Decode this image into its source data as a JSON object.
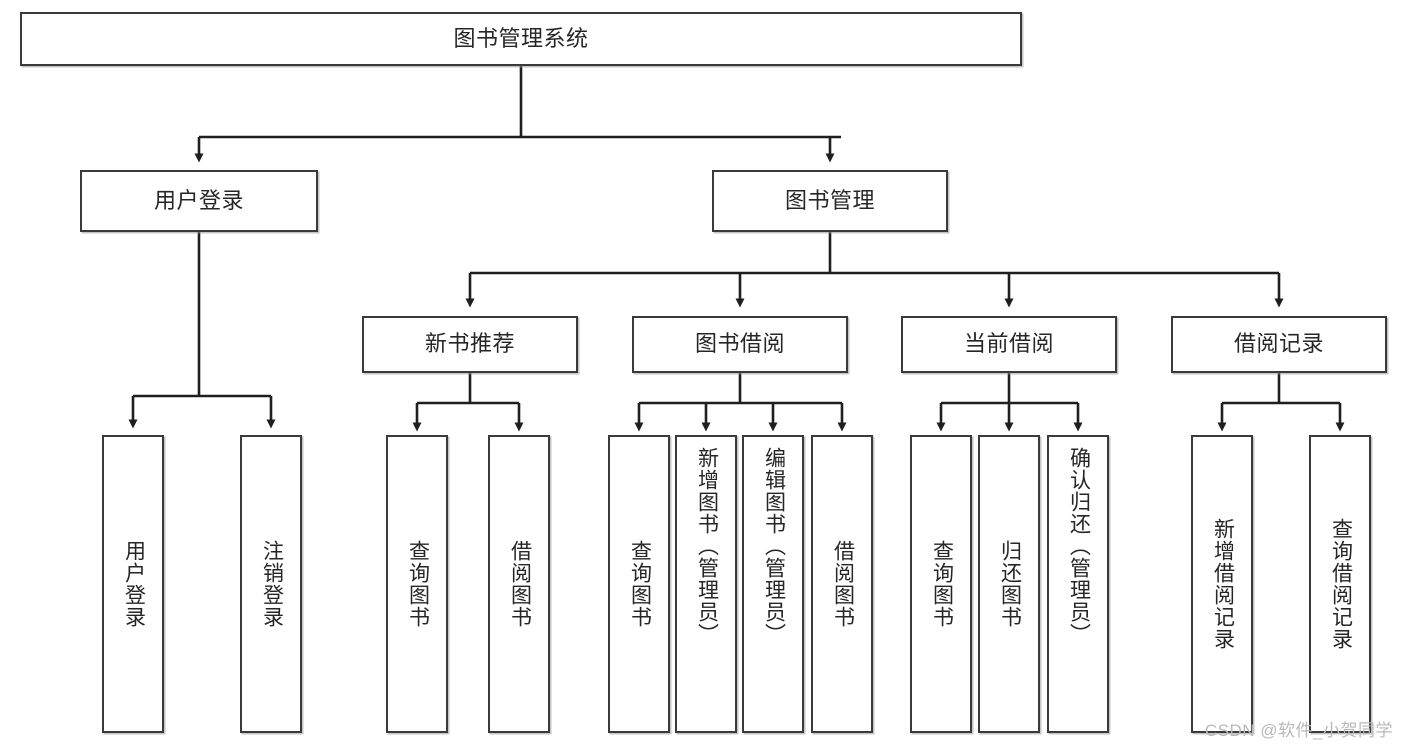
{
  "diagram": {
    "type": "tree-hierarchy-chart",
    "title": "图书管理系统",
    "orientation": "top-down",
    "colors": {
      "node_border": "#3a3a3a",
      "node_fill": "#ffffff",
      "connector": "#1f1f1f",
      "text": "#262626",
      "watermark": "#b9b9b9",
      "background": "#ffffff"
    }
  },
  "root": {
    "id": "root",
    "label": "图书管理系统"
  },
  "level2": [
    {
      "id": "user-login",
      "label": "用户登录"
    },
    {
      "id": "book-manage",
      "label": "图书管理"
    }
  ],
  "level3": [
    {
      "id": "new-book-recommend",
      "label": "新书推荐",
      "parent": "book-manage"
    },
    {
      "id": "book-borrow",
      "label": "图书借阅",
      "parent": "book-manage"
    },
    {
      "id": "current-borrow",
      "label": "当前借阅",
      "parent": "book-manage"
    },
    {
      "id": "borrow-record",
      "label": "借阅记录",
      "parent": "book-manage"
    }
  ],
  "leaves": {
    "user_login": [
      {
        "id": "leaf-user-login",
        "label": "用户登录"
      },
      {
        "id": "leaf-user-logout",
        "label": "注销登录"
      }
    ],
    "new_book_recommend": [
      {
        "id": "leaf-query-book-1",
        "label": "查询图书"
      },
      {
        "id": "leaf-borrow-book-1",
        "label": "借阅图书"
      }
    ],
    "book_borrow": [
      {
        "id": "leaf-query-book-2",
        "label": "查询图书"
      },
      {
        "id": "leaf-add-book",
        "label": "新增图书（管理员）"
      },
      {
        "id": "leaf-edit-book",
        "label": "编辑图书（管理员）"
      },
      {
        "id": "leaf-borrow-book-2",
        "label": "借阅图书"
      }
    ],
    "current_borrow": [
      {
        "id": "leaf-query-book-3",
        "label": "查询图书"
      },
      {
        "id": "leaf-return-book",
        "label": "归还图书"
      },
      {
        "id": "leaf-confirm-return",
        "label": "确认归还（管理员）"
      }
    ],
    "borrow_record": [
      {
        "id": "leaf-add-record",
        "label": "新增借阅记录"
      },
      {
        "id": "leaf-query-record",
        "label": "查询借阅记录"
      }
    ]
  },
  "watermark": {
    "text": "CSDN @软件_小贺同学"
  }
}
